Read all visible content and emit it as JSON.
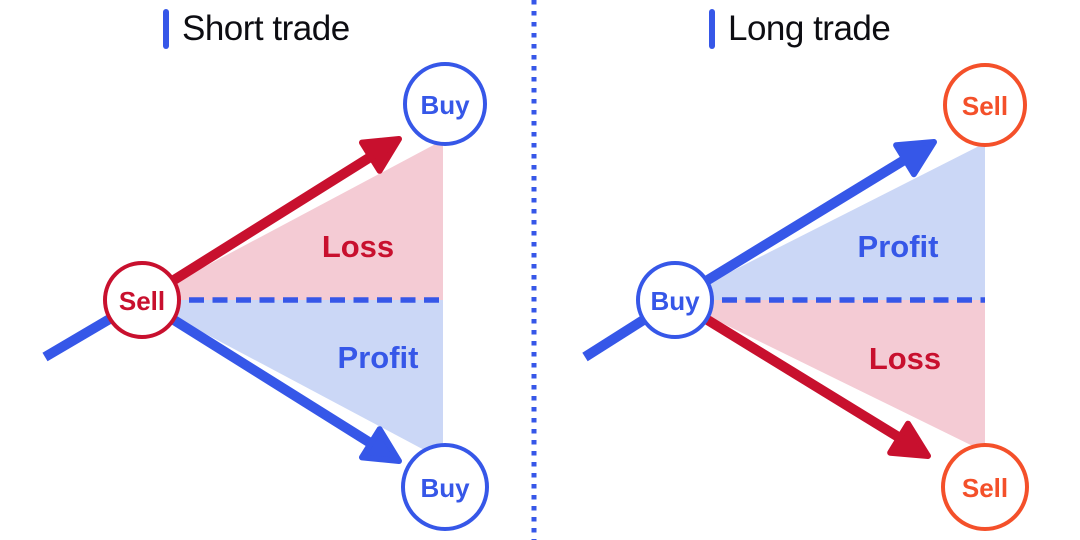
{
  "colors": {
    "blue": "#3657E8",
    "crimson": "#C8102E",
    "orange": "#F4502A",
    "pink_fill": "#F4CBD4",
    "blue_fill": "#CBD7F6",
    "title_text": "#0D0D12",
    "background": "#FFFFFF"
  },
  "panels": {
    "short": {
      "title": "Short trade",
      "entry_label": "Sell",
      "exit_top_label": "Buy",
      "exit_bottom_label": "Buy",
      "upper_region_label": "Loss",
      "lower_region_label": "Profit"
    },
    "long": {
      "title": "Long trade",
      "entry_label": "Buy",
      "exit_top_label": "Sell",
      "exit_bottom_label": "Sell",
      "upper_region_label": "Profit",
      "lower_region_label": "Loss"
    }
  }
}
